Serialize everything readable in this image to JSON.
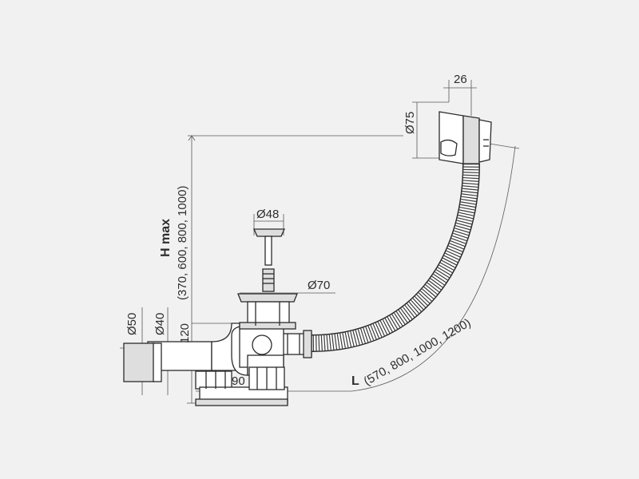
{
  "labels": {
    "d26": "26",
    "d75": "Ø75",
    "d48": "Ø48",
    "d70": "Ø70",
    "d50": "Ø50",
    "d40": "Ø40",
    "d120": "120",
    "d90": "90",
    "hmax_title": "H max",
    "hmax_values": "(370, 600, 800, 1000)",
    "l_title": "L",
    "l_values": "(570, 800, 1000, 1200)"
  },
  "colors": {
    "background": "#f1f1f1",
    "line": "#2b2b2b",
    "dimension": "#5a5a5a",
    "fill_light": "#ffffff",
    "fill_gray": "#dedede"
  }
}
